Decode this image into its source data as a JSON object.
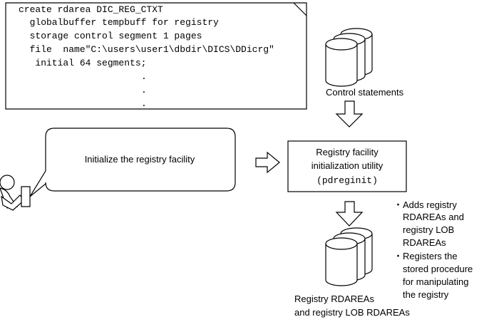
{
  "control_statements": {
    "lines": [
      "create rdarea DIC_REG_CTXT",
      "  globalbuffer tempbuff for registry",
      "  storage control segment 1 pages",
      "  file  name\"C:\\users\\user1\\dbdir\\DICS\\DDicrg\"",
      "   initial 64 segments;"
    ],
    "ellipsis": [
      ".",
      ".",
      "."
    ],
    "label": "Control statements"
  },
  "callout": {
    "text": "Initialize the registry facility"
  },
  "utility": {
    "line1": "Registry facility",
    "line2": "initialization utility",
    "line3": "(pdreginit)"
  },
  "notes": {
    "bullet": "・",
    "items": [
      [
        "Adds registry",
        "RDAREAs and",
        "registry LOB",
        "RDAREAs"
      ],
      [
        "Registers the",
        "stored procedure",
        "for manipulating",
        "the registry"
      ]
    ]
  },
  "output": {
    "line1": "Registry RDAREAs",
    "line2": "and registry LOB RDAREAs"
  }
}
